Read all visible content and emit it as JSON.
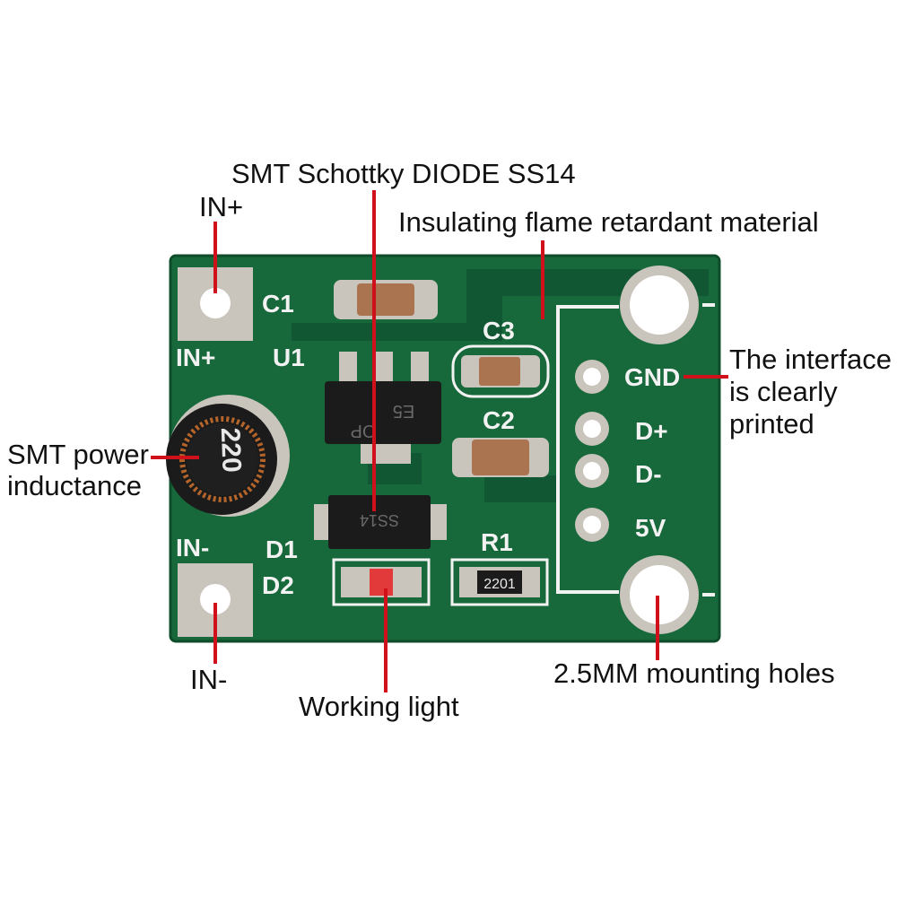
{
  "colors": {
    "pcb": "#17683a",
    "pcb_dark": "#0f4d2a",
    "silkscreen": "#f2f2f2",
    "pad": "#c9c4bc",
    "hole": "#ffffff",
    "leader": "#d0101a",
    "component_black": "#1b1b1b",
    "capacitor": "#a9744f",
    "led_red": "#e23a3a"
  },
  "callouts": {
    "schottky": "SMT Schottky DIODE SS14",
    "in_plus": "IN+",
    "insulating": "Insulating flame retardant material",
    "interface_1": "The interface",
    "interface_2": "is clearly",
    "interface_3": "printed",
    "inductance_1": "SMT power",
    "inductance_2": "inductance",
    "in_minus": "IN-",
    "mounting": "2.5MM mounting holes",
    "working": "Working light"
  },
  "silkscreen": {
    "c1": "C1",
    "in_plus": "IN+",
    "u1": "U1",
    "c3": "C3",
    "c2": "C2",
    "gnd": "GND",
    "d_plus": "D+",
    "d_minus": "D-",
    "v5": "5V",
    "in_minus": "IN-",
    "d1": "D1",
    "d2": "D2",
    "r1": "R1"
  },
  "markings": {
    "inductor": "220",
    "u1_chip_1": "E5",
    "u1_chip_2": "OP",
    "diode": "SS14",
    "resistor": "2201"
  }
}
